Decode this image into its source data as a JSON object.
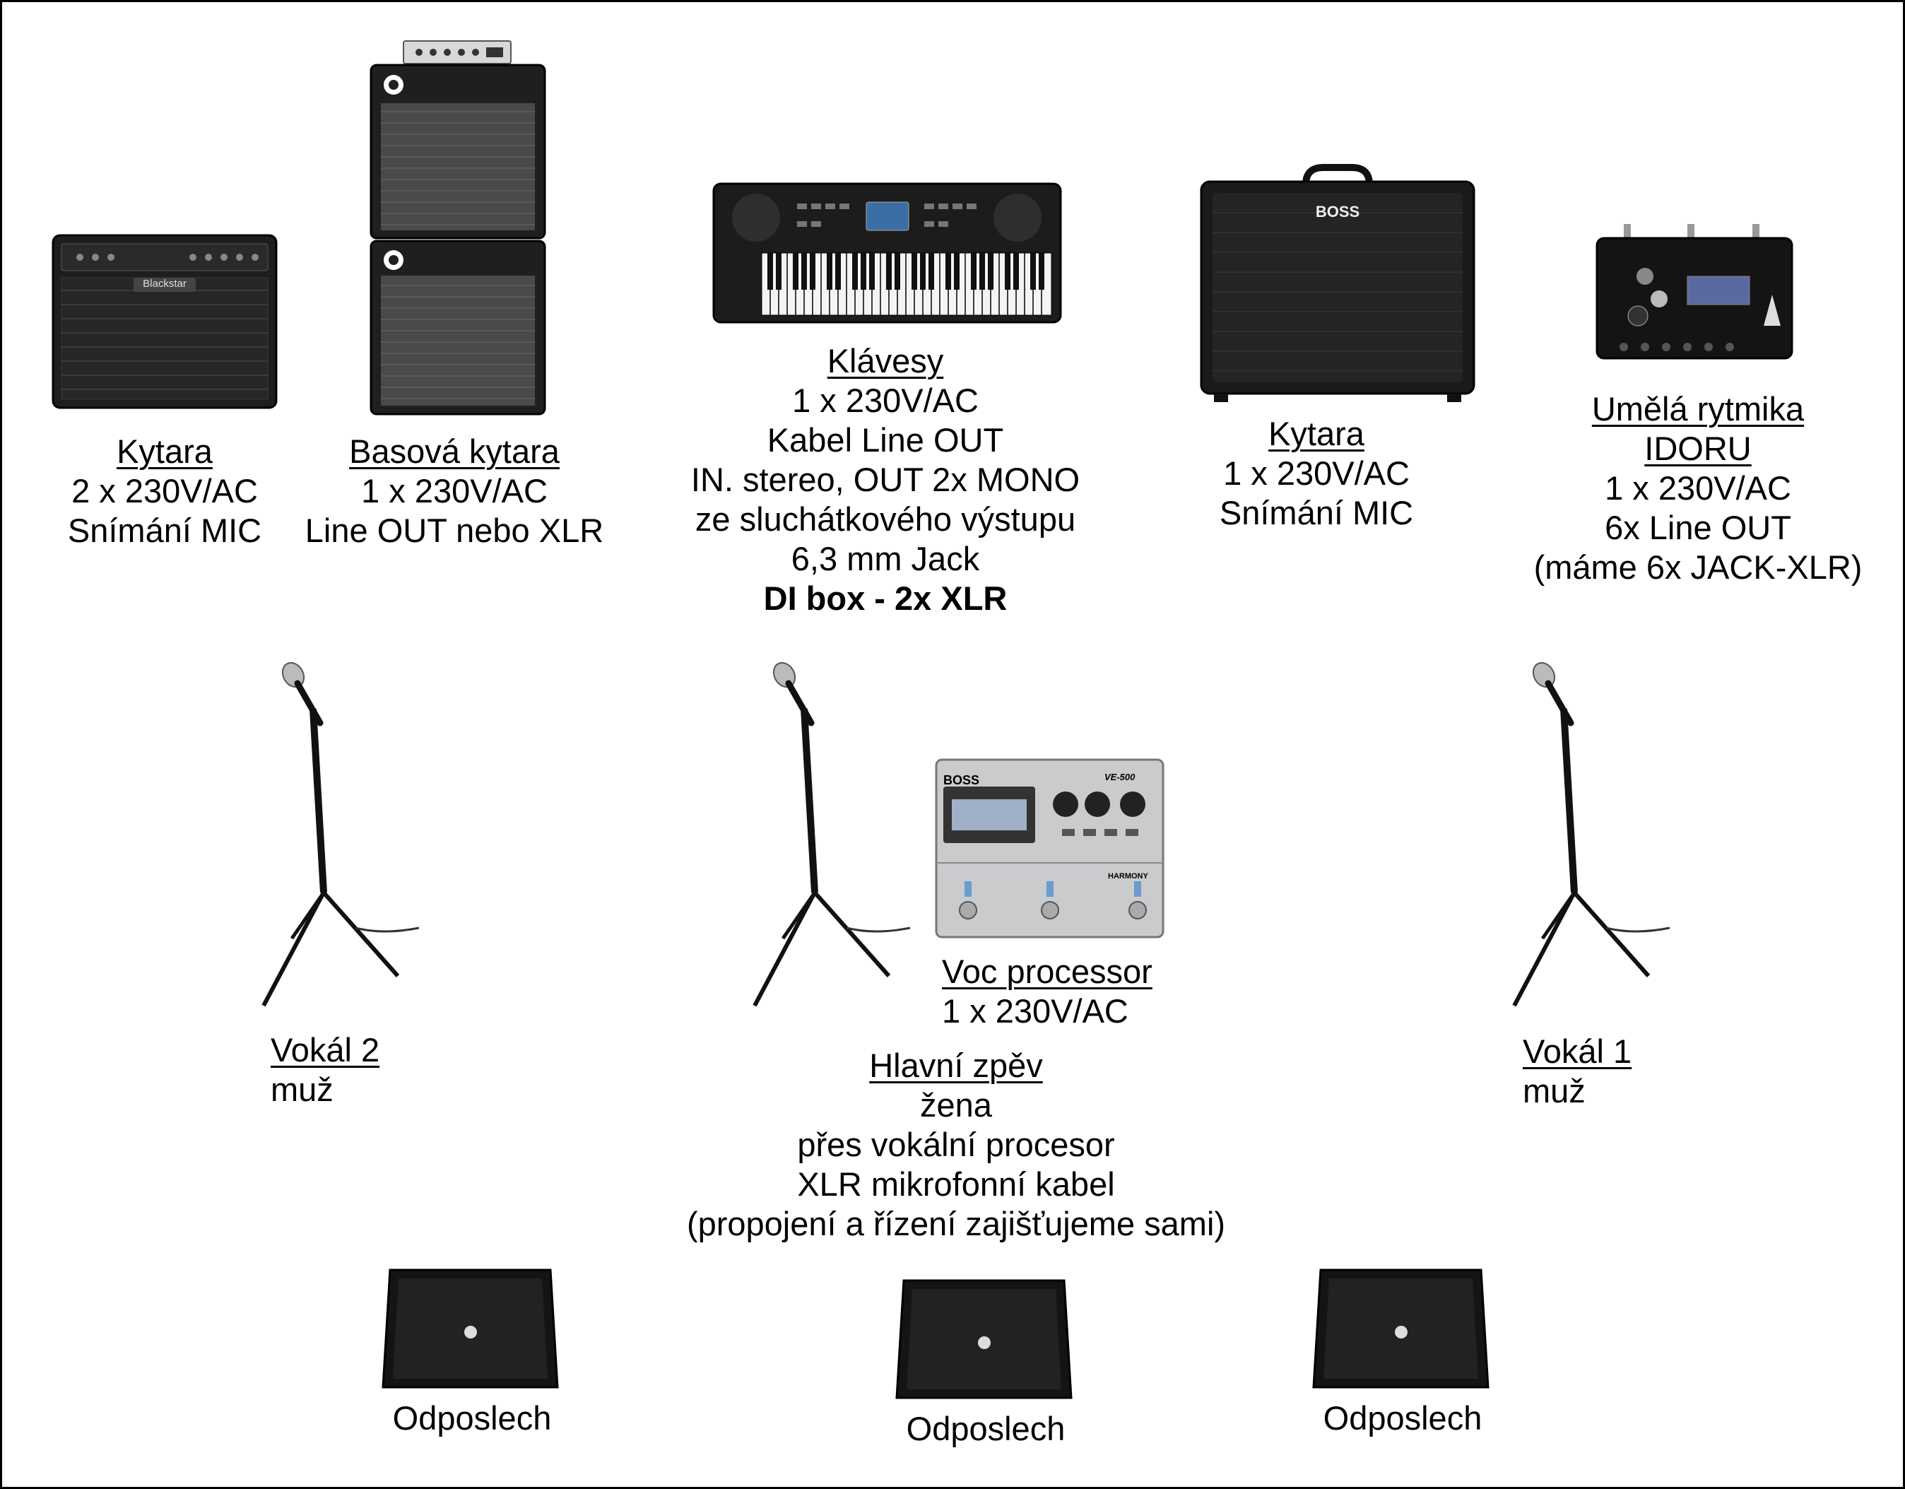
{
  "equipment": {
    "guitar_left": {
      "title": "Kytara",
      "lines": [
        "2 x 230V/AC",
        "Snímání MIC"
      ],
      "amp_brand": "Blackstar"
    },
    "bass": {
      "title": "Basová kytara",
      "lines": [
        "1 x 230V/AC",
        "Line OUT nebo XLR"
      ]
    },
    "keys": {
      "title": "Klávesy",
      "lines": [
        "1 x 230V/AC",
        "Kabel Line OUT",
        "IN. stereo, OUT 2x MONO",
        "ze sluchátkového výstupu",
        "6,3 mm Jack"
      ],
      "bold_line": "DI box - 2x XLR"
    },
    "guitar_right": {
      "title": "Kytara",
      "lines": [
        "1 x 230V/AC",
        "Snímání MIC"
      ],
      "amp_brand": "BOSS"
    },
    "drum_machine": {
      "title_lines": [
        "Umělá rytmika",
        "IDORU"
      ],
      "lines": [
        "1 x 230V/AC",
        "6x Line OUT",
        "(máme 6x JACK-XLR)"
      ]
    }
  },
  "vocals": {
    "vocal2": {
      "title": "Vokál 2",
      "lines": [
        "muž"
      ]
    },
    "lead": {
      "title": "Hlavní zpěv",
      "lines": [
        "žena",
        "přes vokální procesor",
        "XLR mikrofonní kabel",
        "(propojení a řízení zajišťujeme sami)"
      ]
    },
    "vocal1": {
      "title": "Vokál 1",
      "lines": [
        "muž"
      ]
    },
    "voc_processor": {
      "title": "Voc processor",
      "lines": [
        "1 x 230V/AC"
      ],
      "device_brand": "BOSS",
      "device_model": "VE-500",
      "device_label": "HARMONY"
    }
  },
  "monitors": [
    {
      "label": "Odposlech"
    },
    {
      "label": "Odposlech"
    },
    {
      "label": "Odposlech"
    }
  ],
  "colors": {
    "border": "#000000",
    "device_dark": "#1a1a1a",
    "grille": "#2b2b2b",
    "pedal_silver": "#c9cbcd"
  },
  "icons": [
    "guitar-amp-icon",
    "bass-cabinet-icon",
    "keyboard-icon",
    "guitar-amp-icon",
    "drum-machine-icon",
    "microphone-stand-icon",
    "vocal-processor-icon",
    "stage-monitor-icon"
  ]
}
